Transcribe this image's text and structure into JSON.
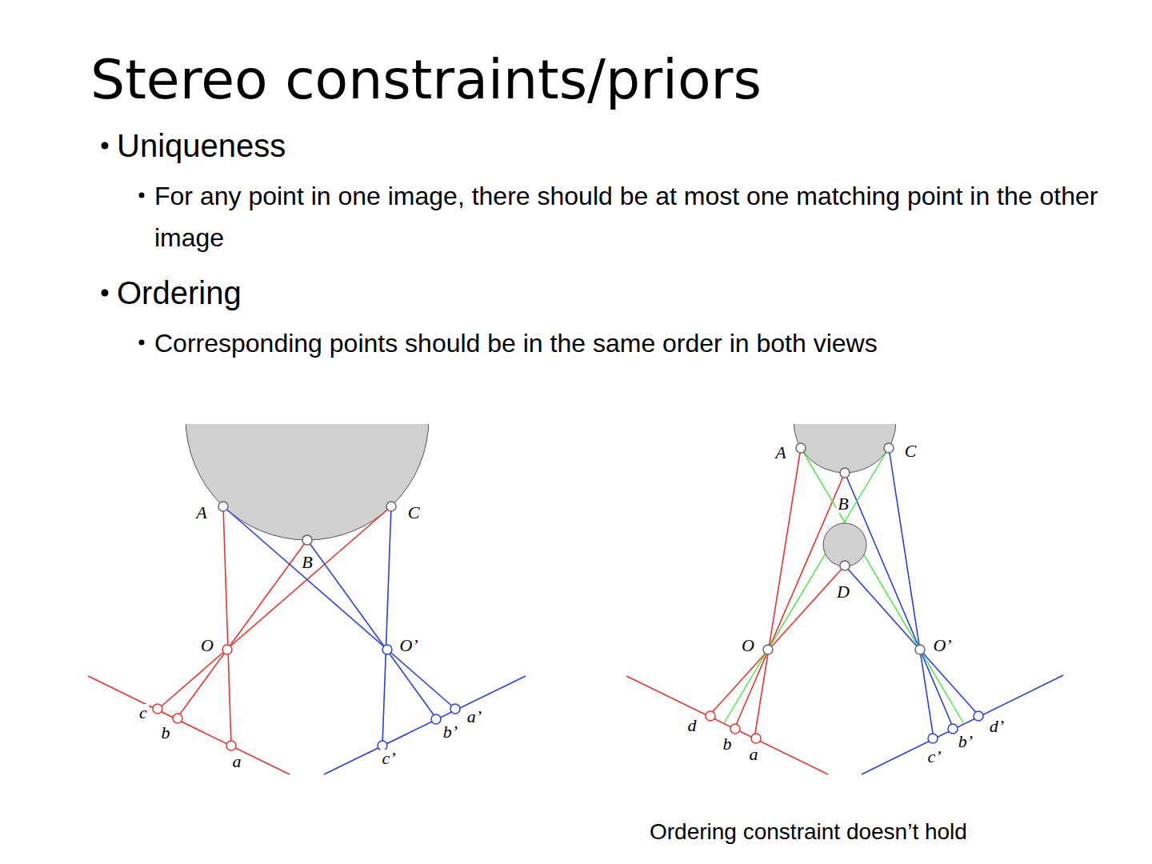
{
  "diagram": {
    "title": "Stereo constraints/priors",
    "caption": "Ordering constraint doesn’t hold",
    "labels": [
      "Uniqueness",
      "For any point in one image, there should be at most one matching point in the other image",
      "Ordering",
      "Corresponding points should be in the same order in both views",
      "A",
      "B",
      "C",
      "O",
      "O’",
      "c",
      "b",
      "a",
      "a’",
      "b’",
      "c’",
      "A",
      "C",
      "B",
      "D",
      "O",
      "O’",
      "d",
      "b",
      "a",
      "c’",
      "b’",
      "d’"
    ]
  }
}
